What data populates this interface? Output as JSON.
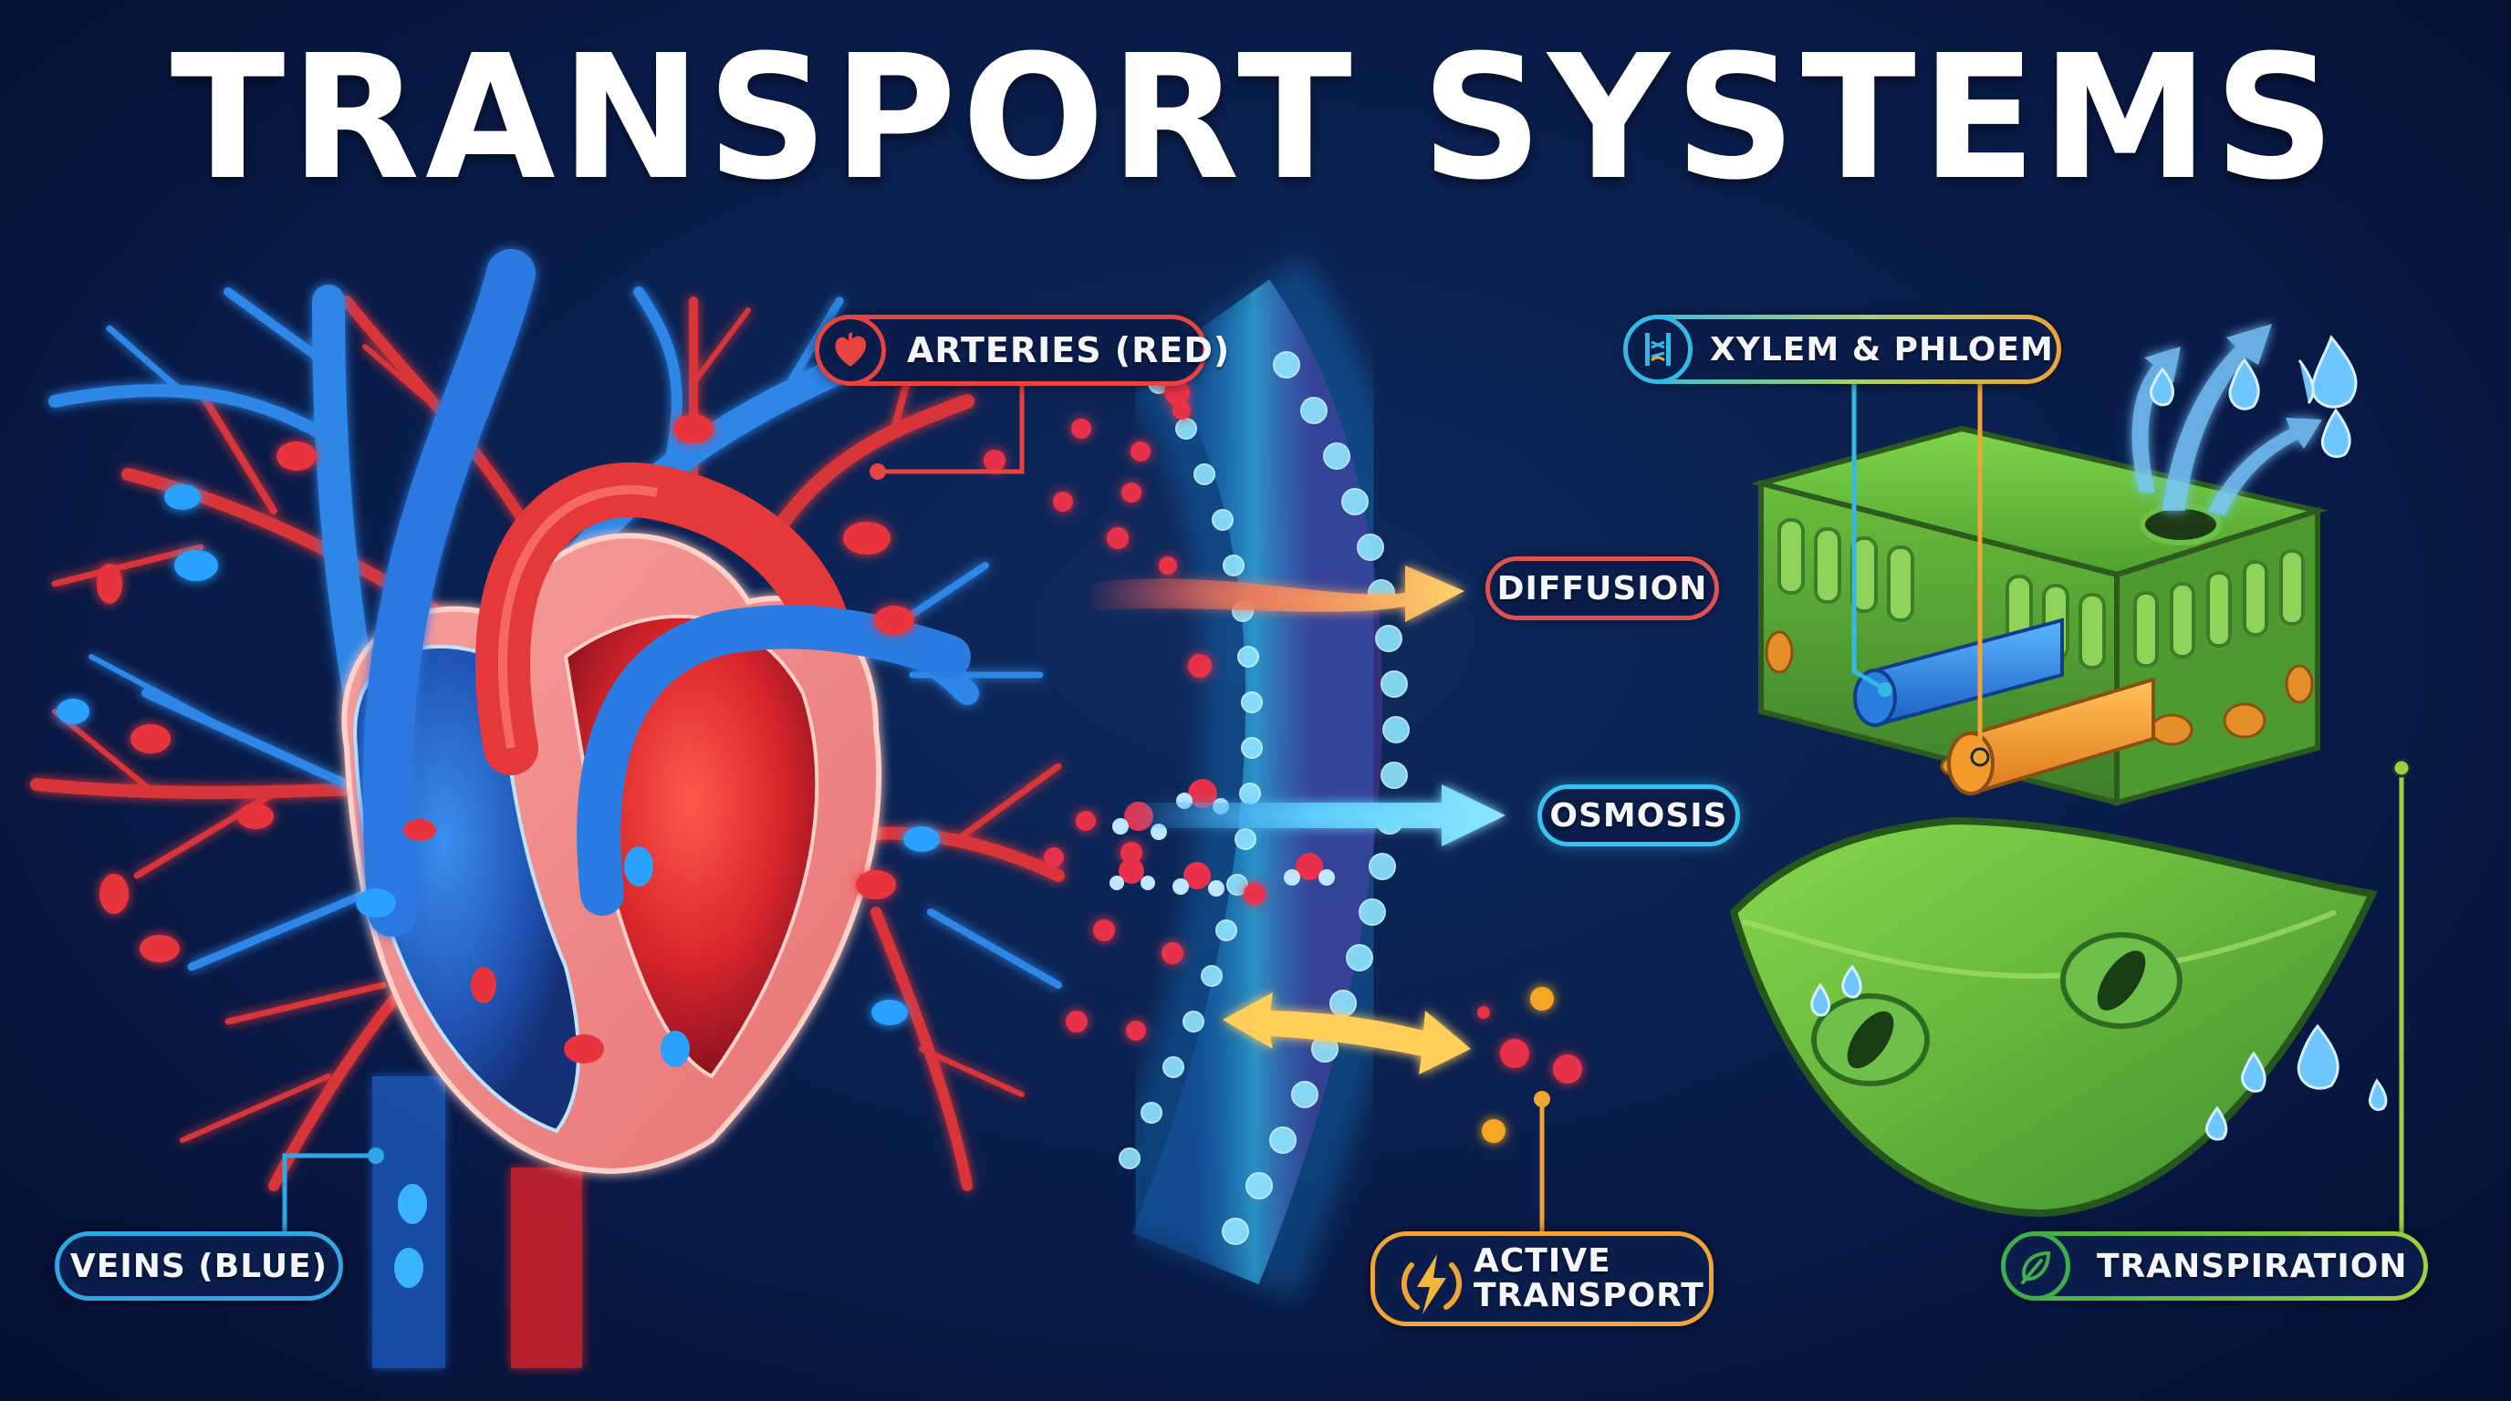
{
  "title": "TRANSPORT SYSTEMS",
  "colors": {
    "background": "#0b2150",
    "arteries": "#e8433f",
    "veins": "#2fa6e6",
    "diffusion": "#e0524f",
    "osmosis": "#37c3ef",
    "active_transport": "#f0a336",
    "xylem": "#34b8e6",
    "phloem": "#f0a336",
    "transpiration": "#66c84a"
  },
  "panels": {
    "circulatory": {
      "labels": {
        "arteries": {
          "text": "ARTERIES (RED)",
          "icon": "heart-icon"
        },
        "veins": {
          "text": "VEINS (BLUE)"
        }
      }
    },
    "membrane": {
      "labels": {
        "diffusion": {
          "text": "DIFFUSION"
        },
        "osmosis": {
          "text": "OSMOSIS"
        },
        "active_transport": {
          "line1": "ACTIVE",
          "line2": "TRANSPORT",
          "icon": "lightning-icon"
        }
      }
    },
    "plant": {
      "labels": {
        "xylem_phloem": {
          "text": "XYLEM & PHLOEM",
          "icon": "xylem-tube-icon"
        },
        "transpiration": {
          "text": "TRANSPIRATION",
          "icon": "leaf-icon"
        }
      }
    }
  }
}
